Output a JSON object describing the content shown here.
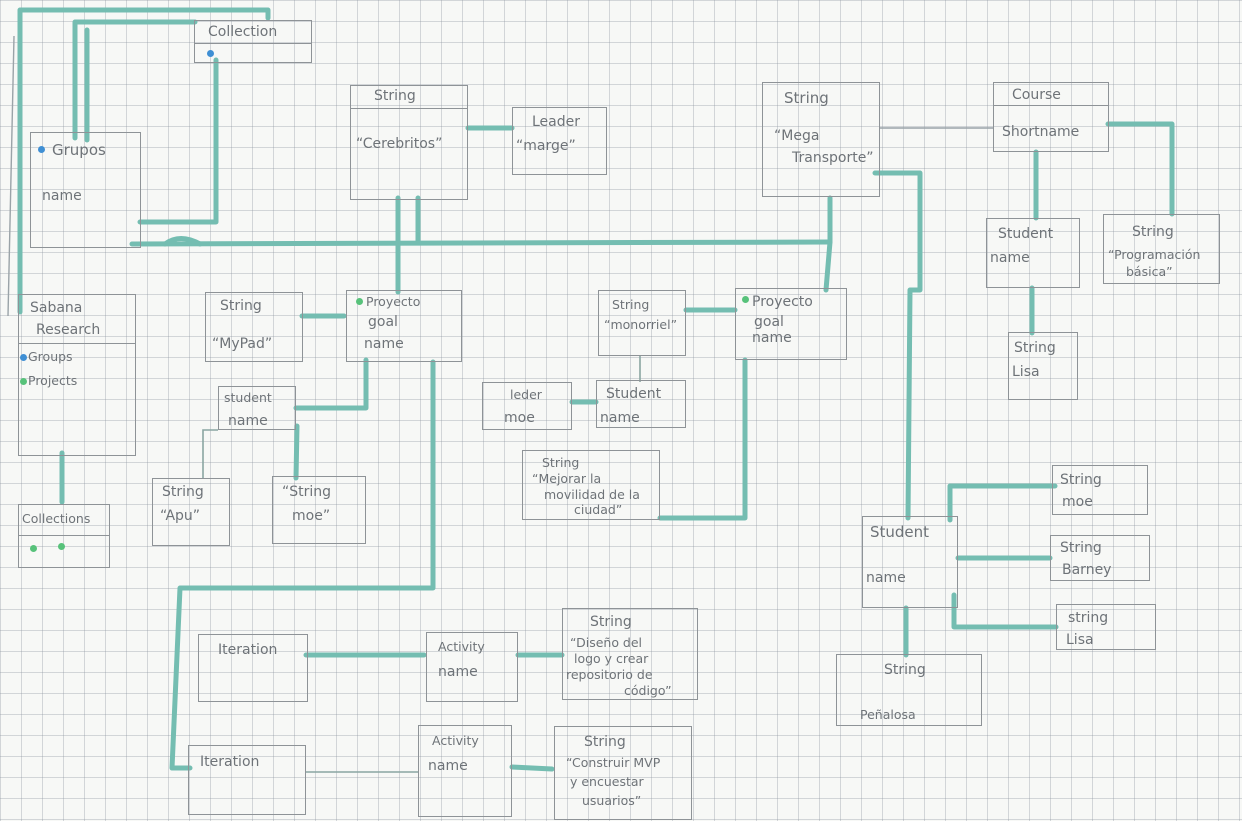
{
  "boxes": {
    "collection_top": {
      "title": "Collection"
    },
    "grupos": {
      "title": "Grupos",
      "field": "name"
    },
    "sabana": {
      "title_line1": "Sabana",
      "title_line2": "Research",
      "field1": "Groups",
      "field2": "Projects"
    },
    "collections_bottom": {
      "title": "Collections"
    },
    "string_cerebritos": {
      "type": "String",
      "value": "“Cerebritos”"
    },
    "leader_marge": {
      "title": "Leader",
      "value": "“marge”"
    },
    "string_megatransporte": {
      "type": "String",
      "value_line1": "“Mega",
      "value_line2": "Transporte”"
    },
    "course": {
      "title": "Course",
      "field": "Shortname"
    },
    "student_course": {
      "title": "Student",
      "field": "name"
    },
    "string_programacion": {
      "type": "String",
      "value_line1": "“Programación",
      "value_line2": "básica”"
    },
    "string_lisa_top": {
      "type": "String",
      "value": "Lisa"
    },
    "string_mypad": {
      "type": "String",
      "value": "“MyPad”"
    },
    "proyecto_1": {
      "title": "Proyecto",
      "field1": "goal",
      "field2": "name"
    },
    "student_1": {
      "title": "student",
      "field": "name"
    },
    "string_apu": {
      "type": "String",
      "value": "“Apu”"
    },
    "string_moe_1": {
      "type": "“String",
      "value": "moe”"
    },
    "string_monorriel": {
      "type": "String",
      "value": "“monorriel”"
    },
    "proyecto_2": {
      "title": "Proyecto",
      "field1": "goal",
      "field2": "name"
    },
    "leder_moe": {
      "title": "leder",
      "value": "moe"
    },
    "student_2": {
      "title": "Student",
      "field": "name"
    },
    "string_movilidad": {
      "type": "String",
      "value_line1": "“Mejorar la",
      "value_line2": "movilidad de la",
      "value_line3": "ciudad”"
    },
    "student_right": {
      "title": "Student",
      "field": "name"
    },
    "string_moe_r": {
      "type": "String",
      "value": "moe"
    },
    "string_barney": {
      "type": "String",
      "value": "Barney"
    },
    "string_lisa_r": {
      "type": "string",
      "value": "Lisa"
    },
    "string_penalosa": {
      "type": "String",
      "value": "Peñalosa"
    },
    "iteration_1": {
      "title": "Iteration"
    },
    "activity_1": {
      "title": "Activity",
      "field": "name"
    },
    "string_diseno": {
      "type": "String",
      "value_line1": "“Diseño del",
      "value_line2": "logo y crear",
      "value_line3": "repositorio de",
      "value_line4": "código”"
    },
    "iteration_2": {
      "title": "Iteration"
    },
    "activity_2": {
      "title": "Activity",
      "field": "name"
    },
    "string_construir": {
      "type": "String",
      "value_line1": "“Construir MVP",
      "value_line2": "y encuestar",
      "value_line3": "usuarios”"
    }
  },
  "colors": {
    "connector": "#74bdb1",
    "ink": "#6e7378",
    "grid": "#8c96a0",
    "dot_groups": "#3f8fd4",
    "dot_projects": "#57c27a"
  }
}
